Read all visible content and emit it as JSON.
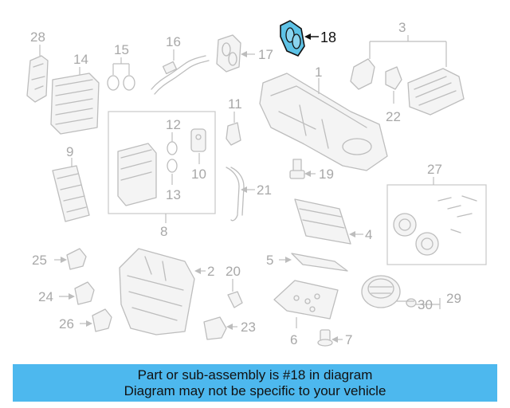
{
  "diagram": {
    "highlighted_part": "18",
    "labels": [
      "1",
      "2",
      "3",
      "4",
      "5",
      "6",
      "7",
      "8",
      "9",
      "10",
      "11",
      "12",
      "13",
      "14",
      "15",
      "16",
      "17",
      "18",
      "19",
      "20",
      "21",
      "22",
      "23",
      "24",
      "25",
      "26",
      "27",
      "28",
      "29",
      "30"
    ]
  },
  "colors": {
    "highlight": "#5dc2e6",
    "banner": "#4db8ee",
    "line_art": "#bdbdbd"
  },
  "banner": {
    "line1": "Part or sub-assembly is #18 in diagram",
    "line2": "Diagram may not be specific to your vehicle"
  }
}
